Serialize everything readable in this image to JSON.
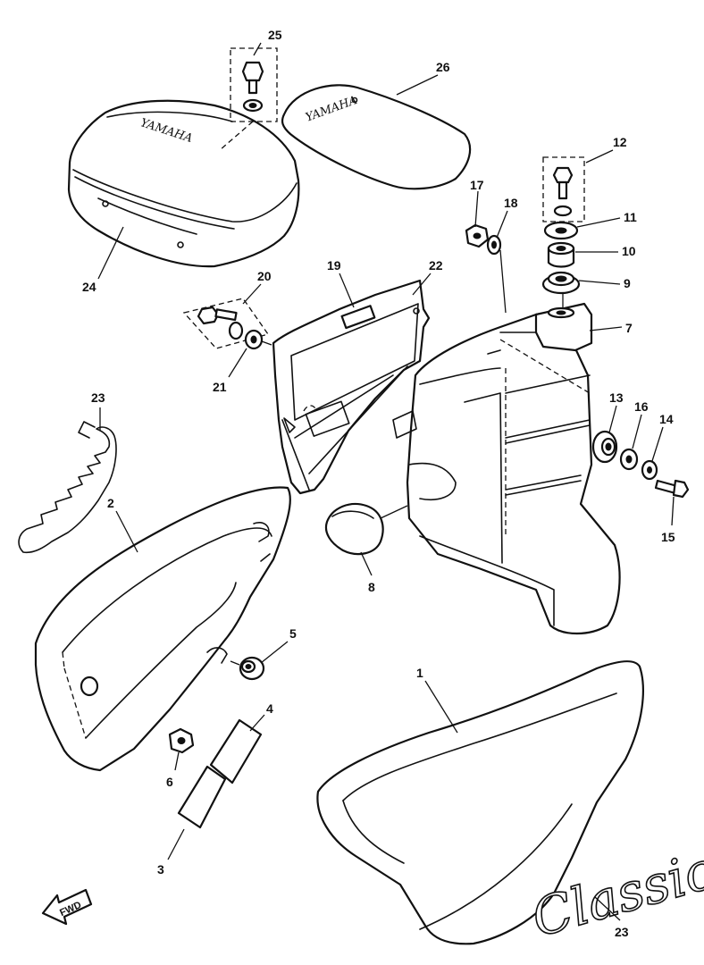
{
  "diagram": {
    "callouts": [
      {
        "id": "c25",
        "label": "25"
      },
      {
        "id": "c26",
        "label": "26"
      },
      {
        "id": "c12",
        "label": "12"
      },
      {
        "id": "c17",
        "label": "17"
      },
      {
        "id": "c18",
        "label": "18"
      },
      {
        "id": "c11",
        "label": "11"
      },
      {
        "id": "c10",
        "label": "10"
      },
      {
        "id": "c9",
        "label": "9"
      },
      {
        "id": "c7",
        "label": "7"
      },
      {
        "id": "c24",
        "label": "24"
      },
      {
        "id": "c20",
        "label": "20"
      },
      {
        "id": "c19",
        "label": "19"
      },
      {
        "id": "c22",
        "label": "22"
      },
      {
        "id": "c21",
        "label": "21"
      },
      {
        "id": "c23a",
        "label": "23"
      },
      {
        "id": "c13",
        "label": "13"
      },
      {
        "id": "c16",
        "label": "16"
      },
      {
        "id": "c14",
        "label": "14"
      },
      {
        "id": "c15",
        "label": "15"
      },
      {
        "id": "c2",
        "label": "2"
      },
      {
        "id": "c8",
        "label": "8"
      },
      {
        "id": "c5",
        "label": "5"
      },
      {
        "id": "c1",
        "label": "1"
      },
      {
        "id": "c4",
        "label": "4"
      },
      {
        "id": "c6",
        "label": "6"
      },
      {
        "id": "c3",
        "label": "3"
      },
      {
        "id": "c23b",
        "label": "23"
      }
    ],
    "box_logo_text": "YAMAHA",
    "seat_pad_logo_text": "YAMAHA",
    "emblem_text": "Classic",
    "arrow_text": "FWD"
  }
}
